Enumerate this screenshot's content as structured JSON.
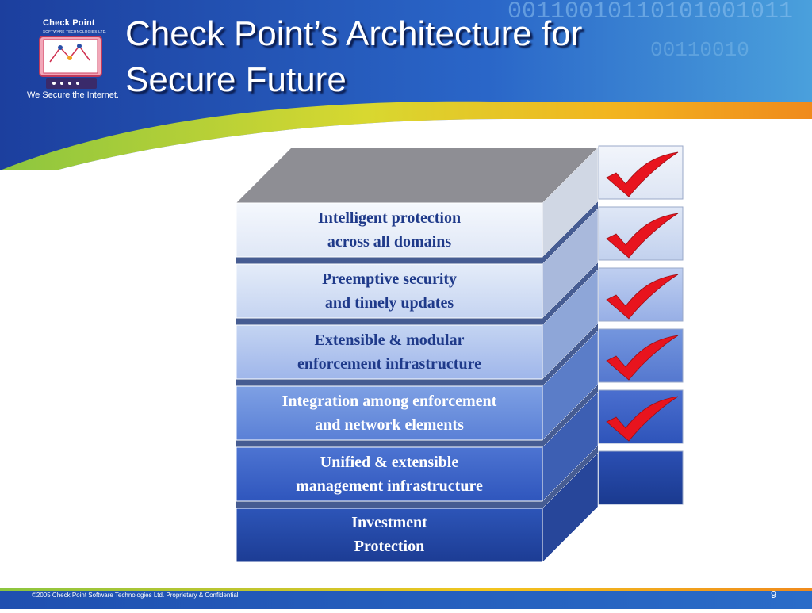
{
  "header": {
    "title_line1": "Check Point’s Architecture for",
    "title_line2": "Secure Future",
    "binary_text": "00110010110101001011",
    "logo": {
      "brand": "Check Point",
      "sub": "SOFTWARE TECHNOLOGIES LTD.",
      "tagline": "We Secure the Internet."
    },
    "colors": {
      "blue": "#1a4fb8",
      "swoosh_green": "#8cc63f",
      "swoosh_orange": "#f29a1f"
    }
  },
  "layers": [
    {
      "line1": "Intelligent protection",
      "line2": "across all domains",
      "checked": true,
      "text_color": "#1f3a8a"
    },
    {
      "line1": "Preemptive security",
      "line2": "and timely updates",
      "checked": true,
      "text_color": "#1f3a8a"
    },
    {
      "line1": "Extensible & modular",
      "line2": "enforcement infrastructure",
      "checked": true,
      "text_color": "#1f3a8a"
    },
    {
      "line1": "Integration among enforcement",
      "line2": "and network elements",
      "checked": true,
      "text_color": "#ffffff"
    },
    {
      "line1": "Unified & extensible",
      "line2": "management infrastructure",
      "checked": true,
      "text_color": "#ffffff"
    },
    {
      "line1": "Investment",
      "line2": "Protection",
      "checked": false,
      "text_color": "#ffffff"
    }
  ],
  "check_color": "#e8141e",
  "footer": {
    "copyright": "©2005 Check Point Software Technologies Ltd. Proprietary & Confidential",
    "page_number": "9"
  }
}
